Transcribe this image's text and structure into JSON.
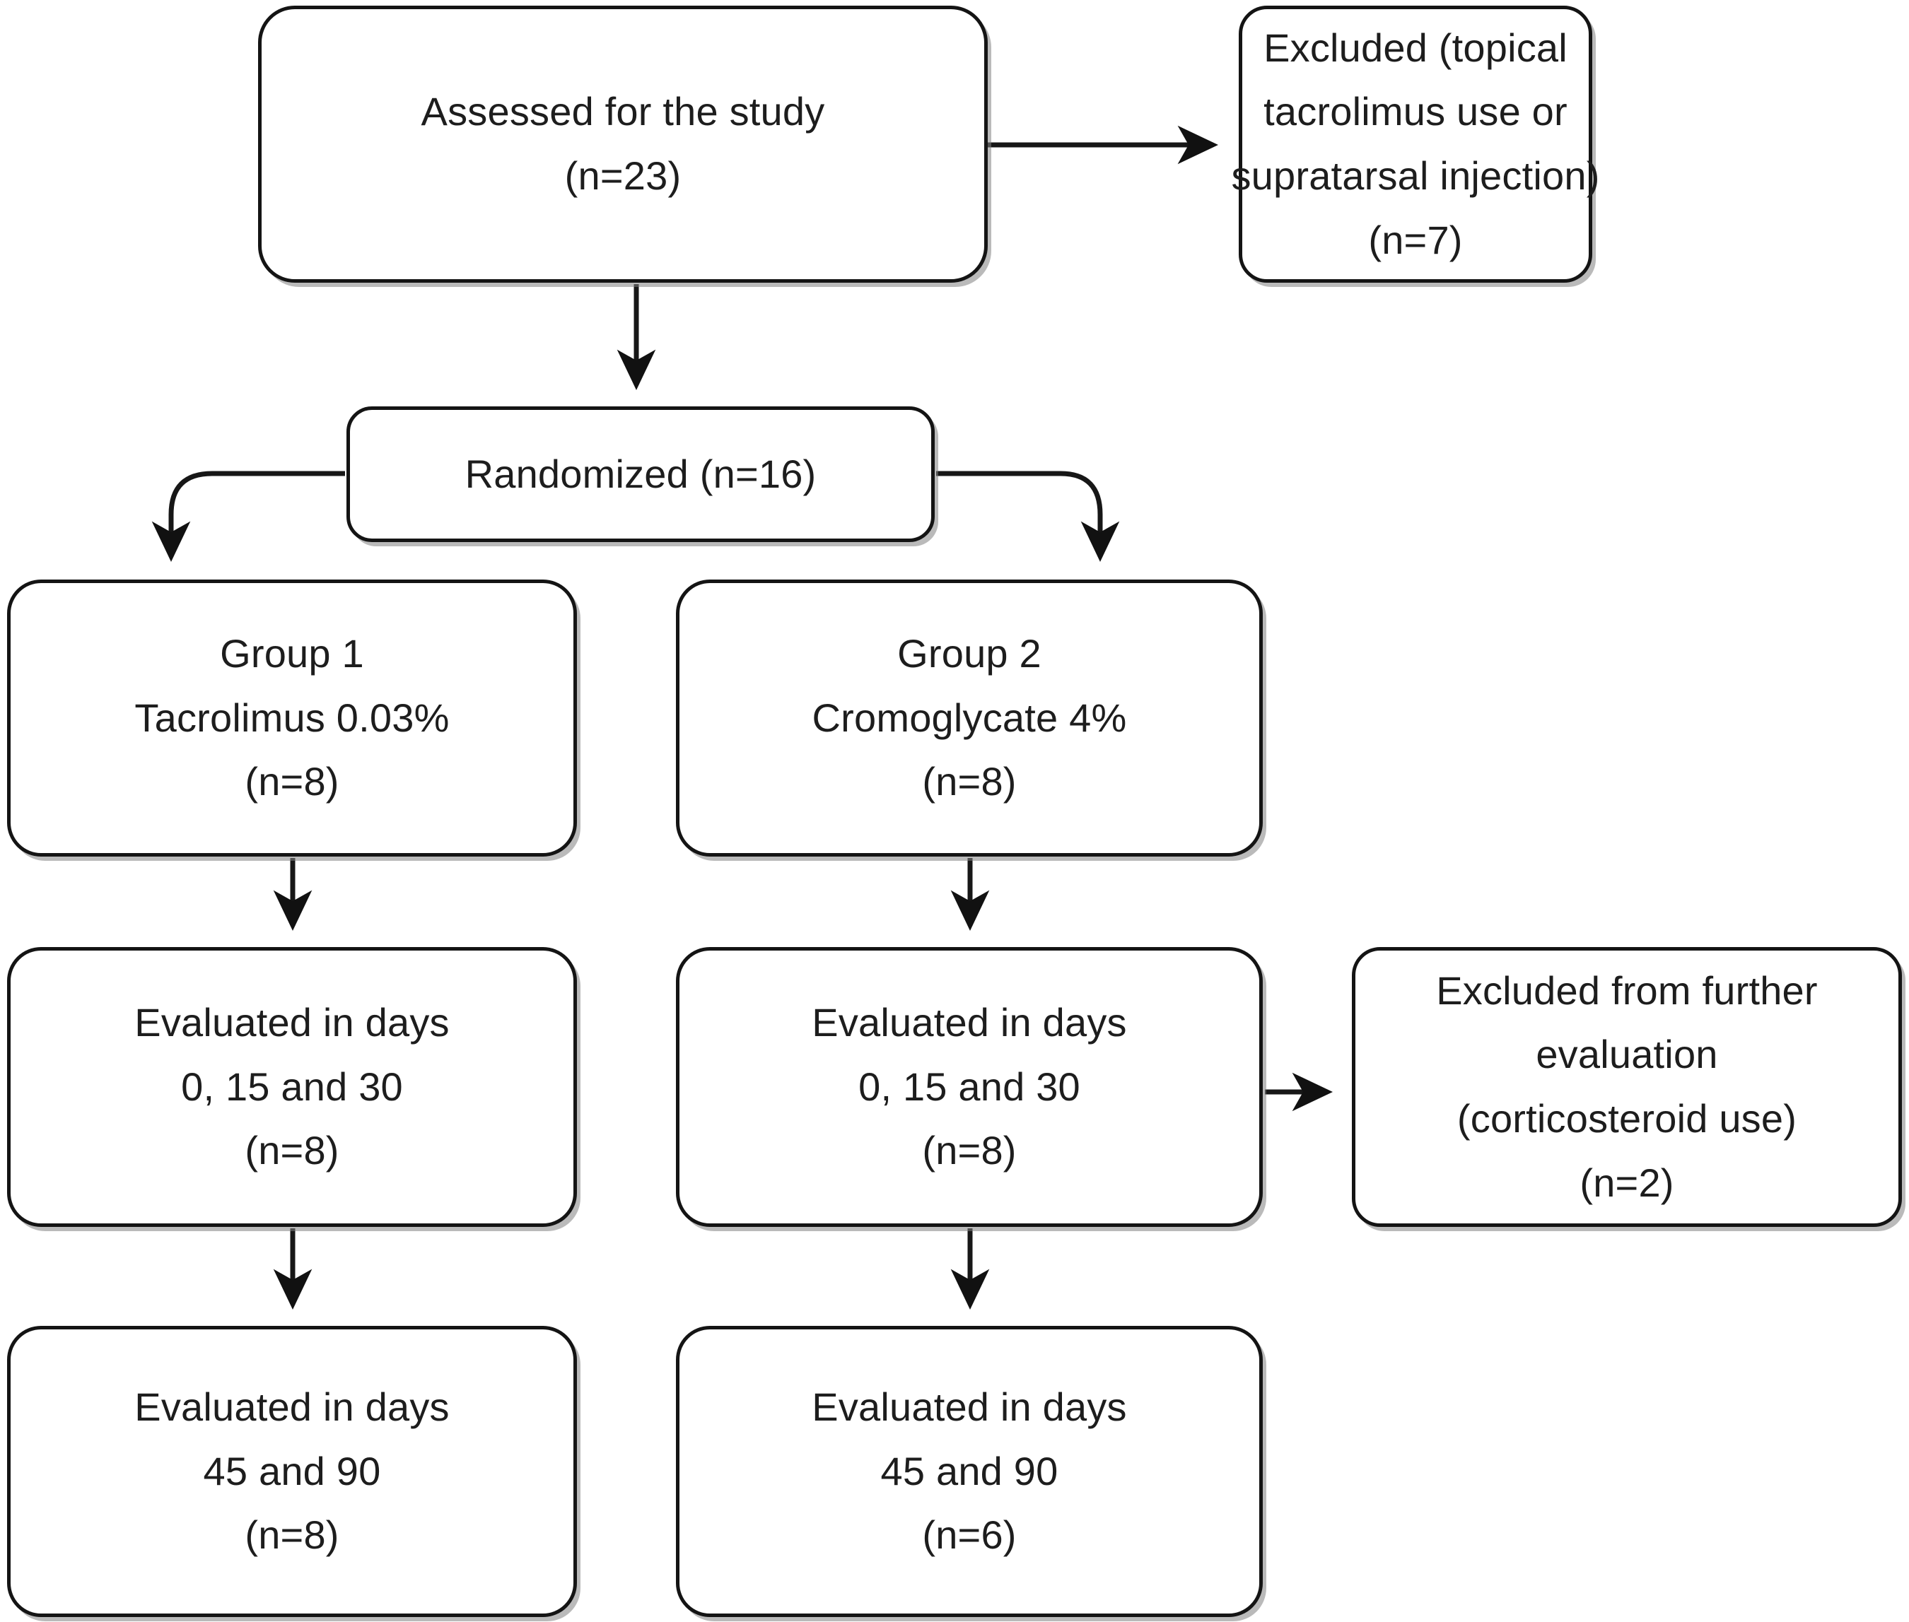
{
  "diagram": {
    "type": "flowchart",
    "title": "CONSORT participant flow diagram",
    "stroke_color": "#141414",
    "fill_color": "#ffffff",
    "text_color": "#1d1d1d",
    "nodes": [
      {
        "id": "assessed",
        "name": "assessed-for-study",
        "lines": [
          "Assessed for the study",
          "(n=23)"
        ],
        "count": 23
      },
      {
        "id": "excluded_top",
        "name": "excluded-topical",
        "lines": [
          "Excluded (topical",
          "tacrolimus use or",
          "supratarsal injection)",
          "(n=7)"
        ],
        "count": 7
      },
      {
        "id": "randomized",
        "name": "randomized",
        "lines": [
          "Randomized (n=16)"
        ],
        "count": 16
      },
      {
        "id": "group1",
        "name": "group-1-tacrolimus",
        "lines": [
          "Group 1",
          "Tacrolimus 0.03%",
          "(n=8)"
        ],
        "count": 8
      },
      {
        "id": "group2",
        "name": "group-2-cromoglycate",
        "lines": [
          "Group 2",
          "Cromoglycate 4%",
          "(n=8)"
        ],
        "count": 8
      },
      {
        "id": "eval1_mid",
        "name": "group-1-evaluated-0-15-30",
        "lines": [
          "Evaluated in days",
          "0, 15 and 30",
          "(n=8)"
        ],
        "count": 8
      },
      {
        "id": "eval2_mid",
        "name": "group-2-evaluated-0-15-30",
        "lines": [
          "Evaluated in days",
          "0, 15 and 30",
          "(n=8)"
        ],
        "count": 8
      },
      {
        "id": "excluded_mid",
        "name": "excluded-corticosteroid",
        "lines": [
          "Excluded from further",
          "evaluation",
          "(corticosteroid use)",
          "(n=2)"
        ],
        "count": 2
      },
      {
        "id": "eval1_bot",
        "name": "group-1-evaluated-45-90",
        "lines": [
          "Evaluated in days",
          "45 and 90",
          "(n=8)"
        ],
        "count": 8
      },
      {
        "id": "eval2_bot",
        "name": "group-2-evaluated-45-90",
        "lines": [
          "Evaluated in days",
          "45 and 90",
          "(n=6)"
        ],
        "count": 6
      }
    ],
    "edges": [
      {
        "from": "assessed",
        "to": "excluded_top",
        "direction": "right"
      },
      {
        "from": "assessed",
        "to": "randomized",
        "direction": "down"
      },
      {
        "from": "randomized",
        "to": "group1",
        "direction": "split-left"
      },
      {
        "from": "randomized",
        "to": "group2",
        "direction": "split-right"
      },
      {
        "from": "group1",
        "to": "eval1_mid",
        "direction": "down"
      },
      {
        "from": "group2",
        "to": "eval2_mid",
        "direction": "down"
      },
      {
        "from": "eval2_mid",
        "to": "excluded_mid",
        "direction": "right"
      },
      {
        "from": "eval1_mid",
        "to": "eval1_bot",
        "direction": "down"
      },
      {
        "from": "eval2_mid",
        "to": "eval2_bot",
        "direction": "down"
      }
    ]
  }
}
